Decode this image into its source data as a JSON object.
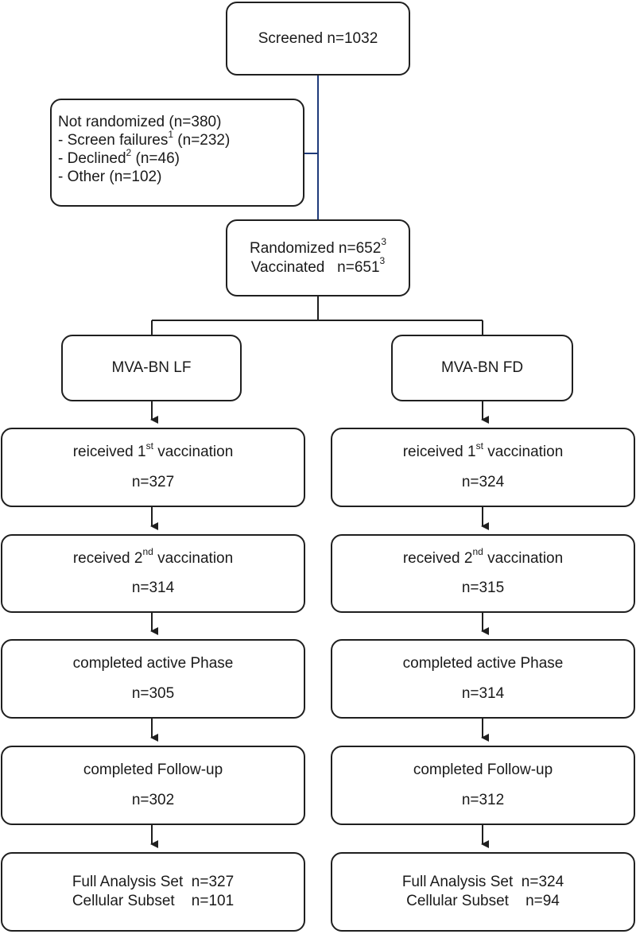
{
  "screened": {
    "label": "Screened n=1032"
  },
  "not_randomized": {
    "title": "Not randomized (n=380)",
    "screen_failures": {
      "prefix": "- Screen failures",
      "note": "1",
      "suffix": " (n=232)"
    },
    "declined": {
      "prefix": "- Declined",
      "note": "2",
      "suffix": " (n=46)"
    },
    "other": "- Other (n=102)"
  },
  "randomized": {
    "randomized_label": "Randomized n=652",
    "randomized_note": "3",
    "vaccinated_label": "Vaccinated   n=651",
    "vaccinated_note": "3"
  },
  "arms": [
    {
      "name": "MVA-BN LF",
      "first_vacc": {
        "pre": "reiceived 1",
        "sup": "st",
        "post": " vaccination",
        "n": "n=327"
      },
      "second_vacc": {
        "pre": "received 2",
        "sup": "nd",
        "post": " vaccination",
        "n": "n=314"
      },
      "active": {
        "label": "completed active Phase",
        "n": "n=305"
      },
      "followup": {
        "label": "completed Follow-up",
        "n": "n=302"
      },
      "analysis": {
        "fas": "Full Analysis Set  n=327",
        "cellular": "Cellular Subset    n=101"
      }
    },
    {
      "name": "MVA-BN FD",
      "first_vacc": {
        "pre": "reiceived 1",
        "sup": "st",
        "post": " vaccination",
        "n": "n=324"
      },
      "second_vacc": {
        "pre": "received 2",
        "sup": "nd",
        "post": " vaccination",
        "n": "n=315"
      },
      "active": {
        "label": "completed active Phase",
        "n": "n=314"
      },
      "followup": {
        "label": "completed Follow-up",
        "n": "n=312"
      },
      "analysis": {
        "fas": "Full Analysis Set  n=324",
        "cellular": "Cellular Subset    n=94"
      }
    }
  ],
  "colors": {
    "line": "#1f1f1f",
    "branch_line": "#1f3a7a"
  }
}
